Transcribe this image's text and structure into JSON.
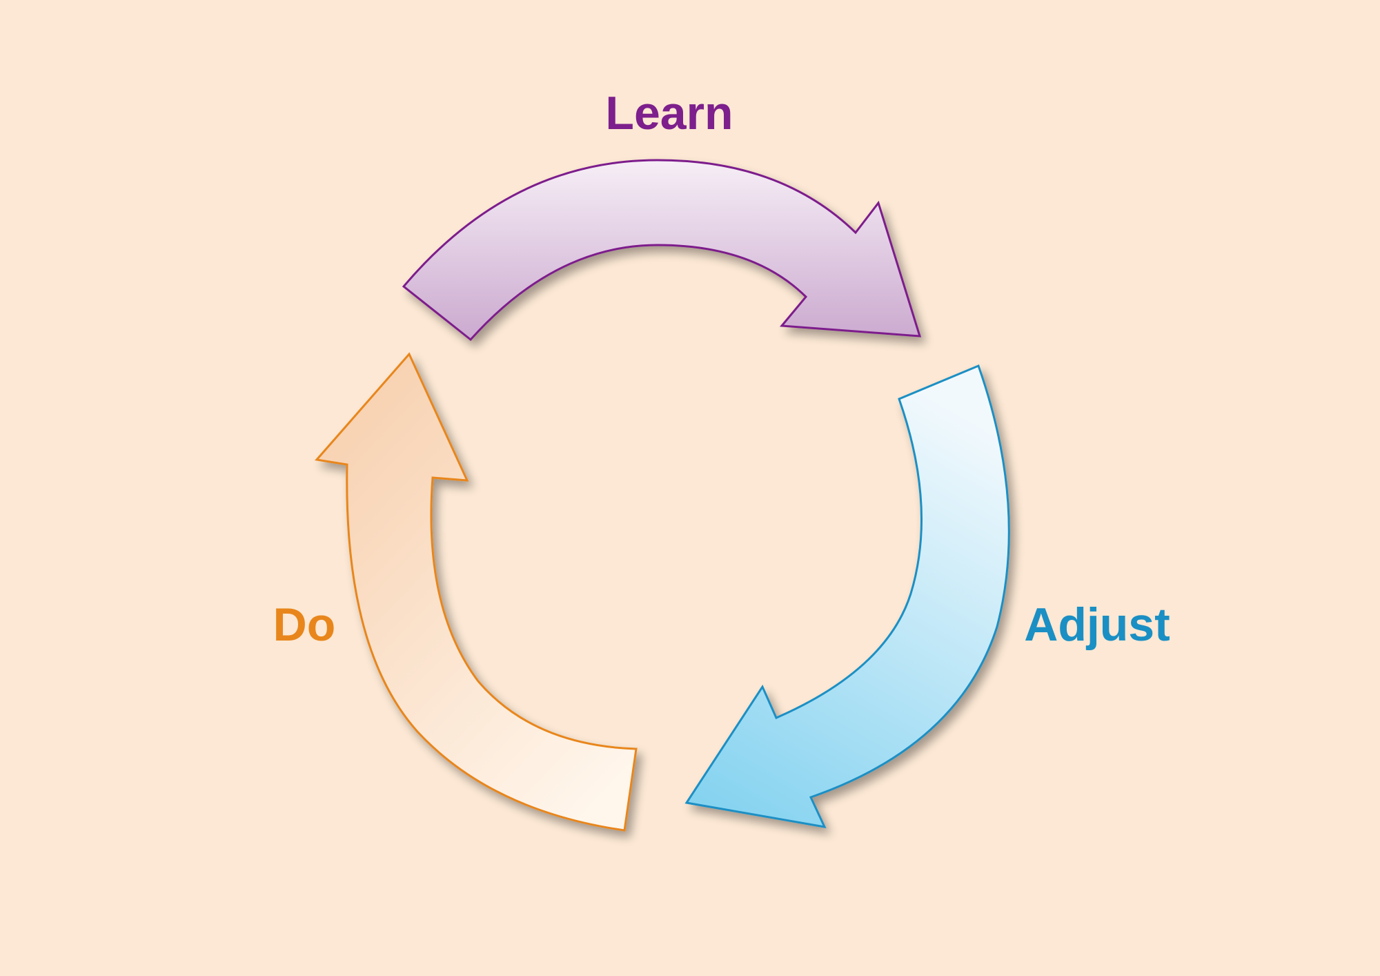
{
  "stages": [
    {
      "id": "learn",
      "label": "Learn",
      "color": "#7d1f8c",
      "fill_top": "#f6eef6",
      "fill_bottom": "#cba9cf"
    },
    {
      "id": "adjust",
      "label": "Adjust",
      "color": "#1a8fc4",
      "fill_top": "#f2f9fd",
      "fill_bottom": "#86d3f0"
    },
    {
      "id": "do",
      "label": "Do",
      "color": "#e8861c",
      "fill_top": "#f7cfad",
      "fill_bottom": "#fff6ec"
    }
  ],
  "background": "#fce8d4"
}
